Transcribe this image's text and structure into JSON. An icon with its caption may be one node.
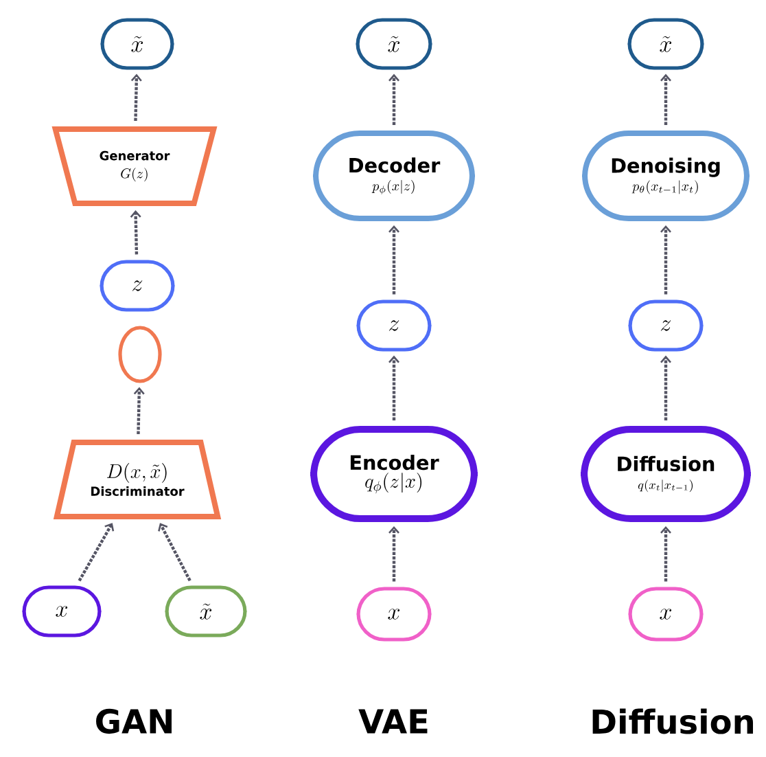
{
  "diagram": {
    "nodes": [
      {
        "text": [
          "\\tilde{x}"
        ]
      },
      {
        "text": [
          "Generator",
          "G(z)"
        ]
      },
      {
        "text": [
          "z"
        ]
      },
      {
        "text": [],
        "shape": "circle"
      },
      {
        "text": [
          "D(x,\\tilde{x})",
          "Discriminator"
        ]
      },
      {
        "text": [
          "x"
        ]
      },
      {
        "text": [
          "\\tilde{x}"
        ]
      },
      {
        "text": [
          "\\tilde{x}"
        ]
      },
      {
        "text": [
          "Decoder",
          "p_{\\phi}(x|z)"
        ]
      },
      {
        "text": [
          "z"
        ]
      },
      {
        "text": [
          "Encoder",
          "q_{\\phi}(z|x)"
        ]
      },
      {
        "text": [
          "x"
        ]
      },
      {
        "text": [
          "\\tilde{x}"
        ]
      },
      {
        "text": [
          "Denoising",
          "p_{\\theta}(x_{t-1}|x_t)"
        ]
      },
      {
        "text": [
          "z"
        ]
      },
      {
        "text": [
          "Diffusion",
          "q(x_t|x_{t-1})"
        ]
      },
      {
        "text": [
          "x"
        ]
      }
    ],
    "edges": [
      {
        "from": 1,
        "to": 0,
        "arrow": "to"
      },
      {
        "from": 2,
        "to": 1,
        "arrow": "to"
      },
      {
        "from": 4,
        "to": 3,
        "arrow": "to"
      },
      {
        "from": 5,
        "to": 4,
        "arrow": "to"
      },
      {
        "from": 6,
        "to": 4,
        "arrow": "to"
      },
      {
        "from": 8,
        "to": 7,
        "arrow": "to"
      },
      {
        "from": 9,
        "to": 8,
        "arrow": "to"
      },
      {
        "from": 10,
        "to": 9,
        "arrow": "to"
      },
      {
        "from": 11,
        "to": 10,
        "arrow": "to"
      },
      {
        "from": 13,
        "to": 12,
        "arrow": "to"
      },
      {
        "from": 14,
        "to": 13,
        "arrow": "to"
      },
      {
        "from": 15,
        "to": 14,
        "arrow": "to"
      },
      {
        "from": 16,
        "to": 15,
        "arrow": "to"
      }
    ],
    "labels": [
      "GAN",
      "VAE",
      "Diffusion"
    ]
  }
}
